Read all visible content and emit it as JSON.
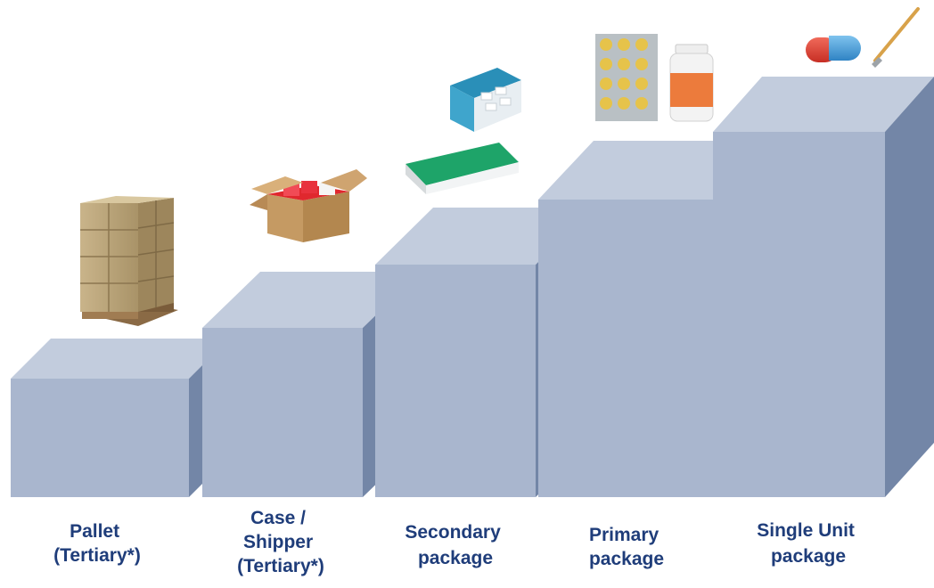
{
  "steps": [
    {
      "id": "pallet",
      "lines": [
        "Pallet",
        "(Tertiary*)"
      ],
      "picture": "pallet-of-boxes-icon"
    },
    {
      "id": "case",
      "lines": [
        "Case /",
        "Shipper",
        "(Tertiary*)"
      ],
      "picture": "open-shipper-box-icon"
    },
    {
      "id": "secondary",
      "lines": [
        "Secondary",
        "package"
      ],
      "picture": "medicine-carton-icon"
    },
    {
      "id": "primary",
      "lines": [
        "Primary",
        "package"
      ],
      "picture": "blister-pack-and-bottle-icon"
    },
    {
      "id": "single",
      "lines": [
        "Single Unit",
        "package"
      ],
      "picture": "capsule-and-scalpel-icon"
    }
  ],
  "colors": {
    "front": "#a9b6ce",
    "top": "#c2ccdd",
    "side": "#7386a7",
    "label": "#1f3d7a"
  }
}
